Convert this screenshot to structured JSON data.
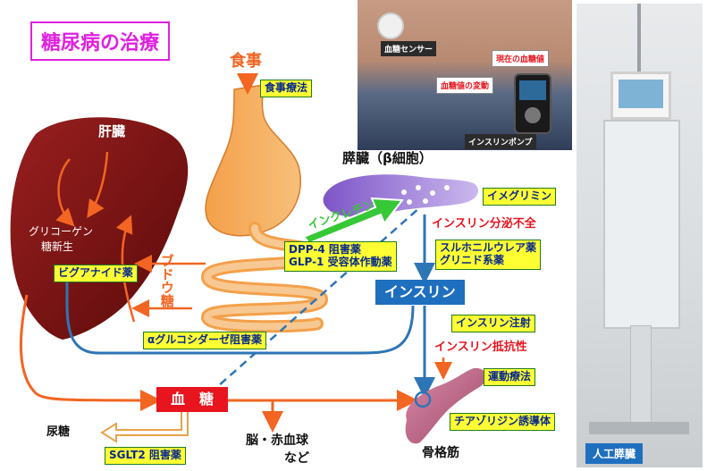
{
  "title": "糖尿病の治療",
  "labels": {
    "shokuji": "食事",
    "kanzou": "肝臓",
    "glycogen": "グリコーゲン",
    "tou_shinsei": "糖新生",
    "budoutou": "ブドウ糖",
    "suizou": "膵臓（β細胞）",
    "incretin": "インクレチン",
    "insulin_bunpitsu": "インスリン分泌不全",
    "insulin": "インスリン",
    "insulin_teikou": "インスリン抵抗性",
    "kettou": "血　糖",
    "nyoutou": "尿糖",
    "nou": "脳・赤血球",
    "nado": "など",
    "kokkakukin": "骨格筋"
  },
  "drugs": {
    "shokuji_ryouhou": "食事療法",
    "imeglimin": "イメグリミン",
    "sulfonylurea": "スルホニルウレア薬",
    "glinide": "グリニド系薬",
    "dpp4": "DPP-4 阻害薬",
    "glp1": "GLP-1 受容体作動薬",
    "biguanide": "ビグアナイド薬",
    "alpha_gi": "αグルコシダーゼ阻害薬",
    "insulin_chusha": "インスリン注射",
    "undou": "運動療法",
    "thiazolidine": "チアゾリジン誘導体",
    "sglt2": "SGLT2 阻害薬"
  },
  "photo_top": {
    "sensor": "血糖センサー",
    "current": "現在の血糖値",
    "hendou": "血糖値の変動",
    "pump": "インスリンポンプ"
  },
  "photo_right": {
    "caption": "人工膵臓"
  },
  "colors": {
    "title": "#e020e0",
    "orange": "#f26522",
    "blue": "#2e75b6",
    "liver": "#7a1414",
    "blood_box": "#e8141e",
    "drug_box_fill": "#ffff33",
    "drug_box_text": "#0a2a8a",
    "green_arrow": "#36c836",
    "pancreas": "#a58bd8"
  }
}
